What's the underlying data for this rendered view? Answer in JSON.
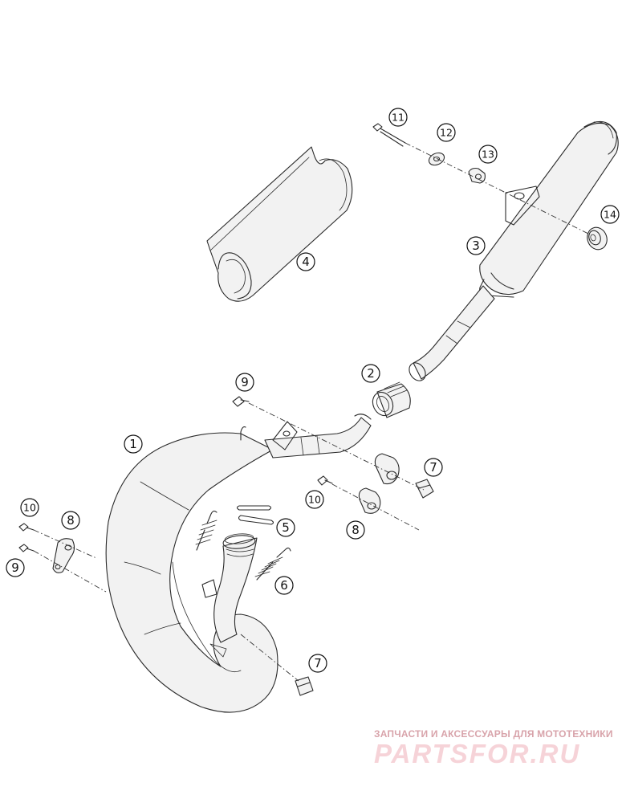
{
  "diagram": {
    "callouts": [
      {
        "id": "c1",
        "label": "1"
      },
      {
        "id": "c2",
        "label": "2"
      },
      {
        "id": "c3",
        "label": "3"
      },
      {
        "id": "c4",
        "label": "4"
      },
      {
        "id": "c5",
        "label": "5"
      },
      {
        "id": "c6",
        "label": "6"
      },
      {
        "id": "c7a",
        "label": "7"
      },
      {
        "id": "c7b",
        "label": "7"
      },
      {
        "id": "c8a",
        "label": "8"
      },
      {
        "id": "c8b",
        "label": "8"
      },
      {
        "id": "c9a",
        "label": "9"
      },
      {
        "id": "c9b",
        "label": "9"
      },
      {
        "id": "c10a",
        "label": "10"
      },
      {
        "id": "c10b",
        "label": "10"
      },
      {
        "id": "c11",
        "label": "11"
      },
      {
        "id": "c12",
        "label": "12"
      },
      {
        "id": "c13",
        "label": "13"
      },
      {
        "id": "c14",
        "label": "14"
      }
    ]
  },
  "watermark": {
    "tagline": "ЗАПЧАСТИ И АКСЕССУАРЫ ДЛЯ МОТОТЕХНИКИ",
    "logo": "PARTSFOR.RU",
    "color": "#e9a7b0"
  },
  "colors": {
    "line": "#2a2a2a",
    "background": "#ffffff"
  }
}
